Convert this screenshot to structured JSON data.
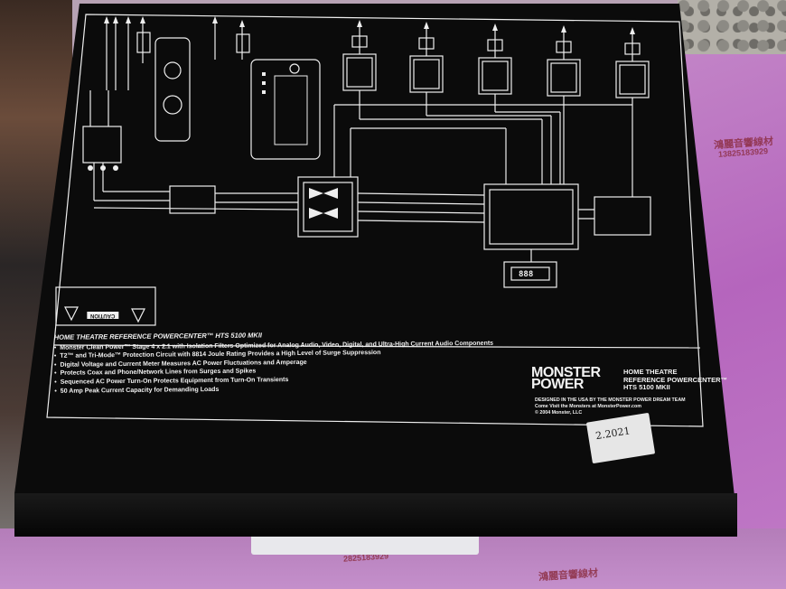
{
  "panel": {
    "features_title": "HOME THEATRE REFERENCE POWERCENTER™ HTS 5100 MKII",
    "features": [
      "Monster Clean Power™ Stage 4 x 2.1 with Isolation Filters Optimized for Analog Audio, Video, Digital, and Ultra-High Current Audio Components",
      "T2™ and Tri-Mode™ Protection Circuit with 8814 Joule Rating Provides a High Level of Surge Suppression",
      "Digital Voltage and Current Meter Measures AC Power Fluctuations and Amperage",
      "Protects Coax and Phone/Network Lines from Surges and Spikes",
      "Sequenced AC Power Turn-On Protects Equipment from Turn-On Transients",
      "50 Amp Peak Current Capacity for Demanding Loads"
    ],
    "brand_line1": "MONSTER",
    "brand_line2": "POWER",
    "product_lines": [
      "HOME THEATRE",
      "REFERENCE POWERCENTER™",
      "HTS 5100 MKII"
    ],
    "credit_lines": [
      "DESIGNED IN THE USA BY THE MONSTER POWER DREAM TEAM",
      "Come Visit the Monsters at MonsterPower.com",
      "© 2004 Monster, LLC"
    ],
    "caution_label": "CAUTION",
    "meter_digits": "888"
  },
  "sticker": {
    "text": "2.2021"
  },
  "background": {
    "pink_print_1": "鴻麗音響線材",
    "pink_print_2": "13825183929",
    "pink_print_3": "2825183929"
  },
  "colors": {
    "panel": "#0b0b0b",
    "print": "#f2f2f2",
    "paper": "#c07ac6"
  }
}
